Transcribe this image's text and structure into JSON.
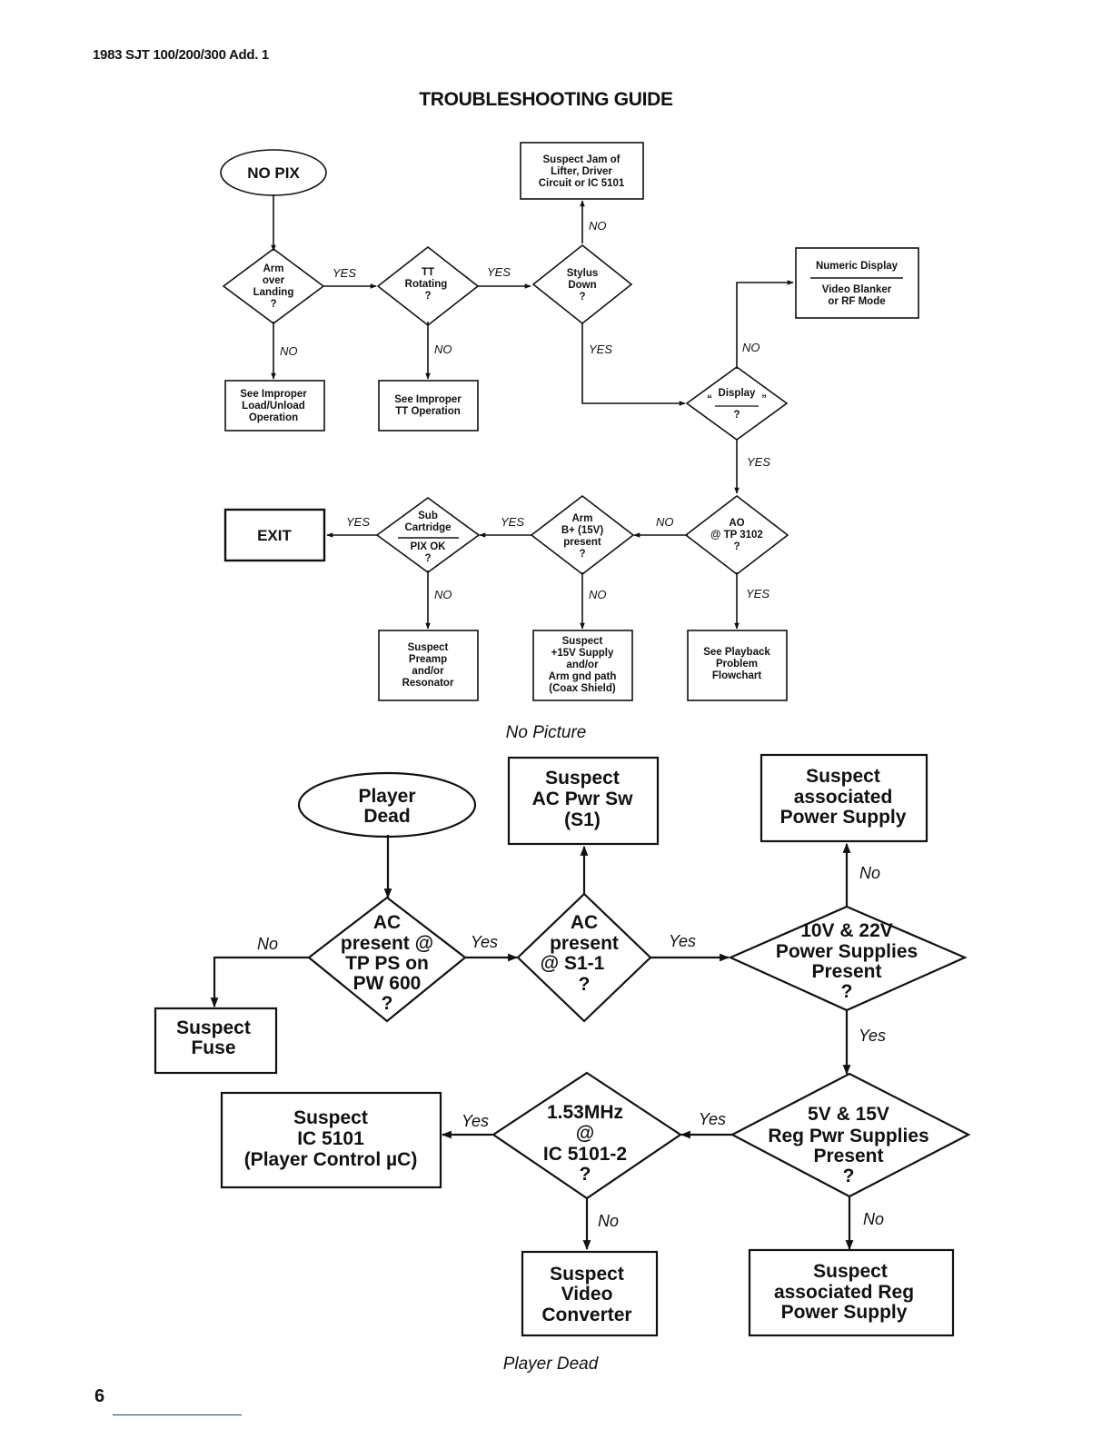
{
  "header": "1983 SJT 100/200/300 Add. 1",
  "title": "TROUBLESHOOTING GUIDE",
  "page_number": "6",
  "no_picture": {
    "caption": "No Picture",
    "no_pix": "NO PIX",
    "arm_over_landing": [
      "Arm",
      "over",
      "Landing",
      "?"
    ],
    "tt_rotating": [
      "TT",
      "Rotating",
      "?"
    ],
    "stylus_down": [
      "Stylus",
      "Down",
      "?"
    ],
    "suspect_jam": [
      "Suspect Jam of",
      "Lifter, Driver",
      "Circuit or IC 5101"
    ],
    "numeric_display_top": "Numeric Display",
    "numeric_display_bottom": [
      "Video Blanker",
      "or RF Mode"
    ],
    "display_q": [
      "“",
      "Display",
      "”",
      "?"
    ],
    "see_improper_load": [
      "See Improper",
      "Load/Unload",
      "Operation"
    ],
    "see_improper_tt": [
      "See Improper",
      "TT Operation"
    ],
    "exit": "EXIT",
    "sub_cartridge_top": [
      "Sub",
      "Cartridge"
    ],
    "sub_cartridge_bottom": [
      "PIX OK",
      "?"
    ],
    "arm_b_plus": [
      "Arm",
      "B+ (15V)",
      "present",
      "?"
    ],
    "ao_tp": [
      "AO",
      "@ TP 3102",
      "?"
    ],
    "suspect_preamp": [
      "Suspect",
      "Preamp",
      "and/or",
      "Resonator"
    ],
    "suspect_15v": [
      "Suspect",
      "+15V Supply",
      "and/or",
      "Arm gnd path",
      "(Coax Shield)"
    ],
    "see_playback": [
      "See Playback",
      "Problem",
      "Flowchart"
    ],
    "labels": {
      "yes_arm": "YES",
      "yes_tt": "YES",
      "no_stylus": "NO",
      "no_arm": "NO",
      "no_tt": "NO",
      "yes_stylus": "YES",
      "no_display": "NO",
      "yes_display": "YES",
      "yes_sub": "YES",
      "yes_armb": "YES",
      "no_ao": "NO",
      "no_sub": "NO",
      "no_armb": "NO",
      "yes_ao": "YES"
    }
  },
  "player_dead": {
    "caption": "Player Dead",
    "player_dead": [
      "Player",
      "Dead"
    ],
    "suspect_ac_sw": [
      "Suspect",
      "AC Pwr Sw",
      "(S1)"
    ],
    "suspect_assoc_ps": [
      "Suspect",
      "associated",
      "Power Supply"
    ],
    "ac_present_tp": [
      "AC",
      "present @",
      "TP PS on",
      "PW 600",
      "?"
    ],
    "ac_present_s1": [
      "AC",
      "present",
      "@ S1-1",
      "?"
    ],
    "supplies_10v_22v": [
      "10V & 22V",
      "Power Supplies",
      "Present",
      "?"
    ],
    "suspect_fuse": [
      "Suspect",
      "Fuse"
    ],
    "suspect_ic5101": [
      "Suspect",
      "IC 5101",
      "(Player Control µC)"
    ],
    "mhz_ic": [
      "1.53MHz",
      "@",
      "IC 5101-2",
      "?"
    ],
    "supplies_5v_15v": [
      "5V & 15V",
      "Reg Pwr Supplies",
      "Present",
      "?"
    ],
    "suspect_video_conv": [
      "Suspect",
      "Video",
      "Converter"
    ],
    "suspect_assoc_reg": [
      "Suspect",
      "associated Reg",
      "Power Supply"
    ],
    "labels": {
      "no_ac_tp": "No",
      "yes_ac_tp": "Yes",
      "yes_ac_s1": "Yes",
      "no_10v": "No",
      "yes_10v": "Yes",
      "yes_mhz": "Yes",
      "yes_5v": "Yes",
      "no_mhz": "No",
      "no_5v": "No"
    }
  }
}
